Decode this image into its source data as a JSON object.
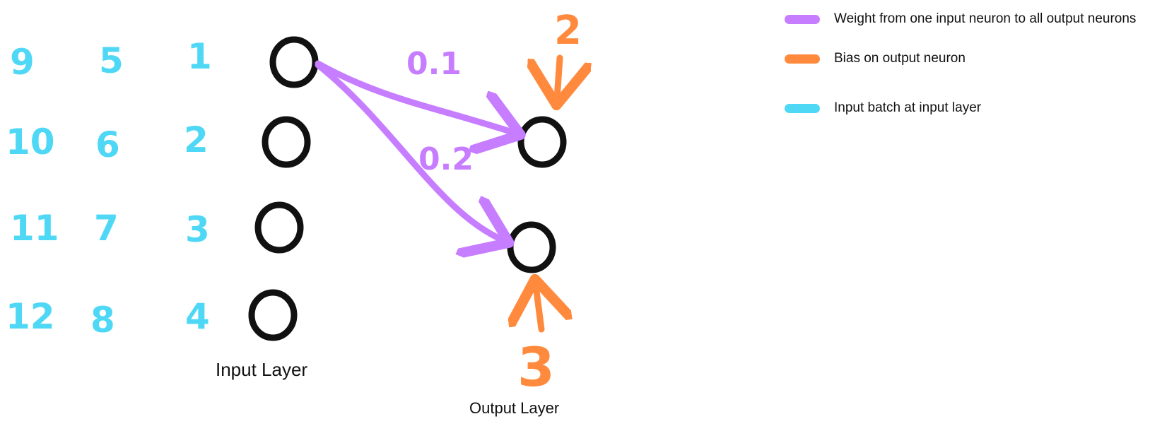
{
  "colors": {
    "weight": "#c77dff",
    "bias": "#ff8a3d",
    "input": "#4fd8f5",
    "neuron": "#111111",
    "text": "#111111"
  },
  "input_batch": {
    "col1": [
      "9",
      "10",
      "11",
      "12"
    ],
    "col2": [
      "5",
      "6",
      "7",
      "8"
    ],
    "col3": [
      "1",
      "2",
      "3",
      "4"
    ]
  },
  "weights": [
    "0.1",
    "0.2"
  ],
  "biases": [
    "2",
    "3"
  ],
  "labels": {
    "input_layer": "Input Layer",
    "output_layer": "Output Layer"
  },
  "legend": [
    {
      "text": "Weight from one input neuron to all output neurons",
      "color": "#c77dff"
    },
    {
      "text": "Bias on output neuron",
      "color": "#ff8a3d"
    },
    {
      "text": "Input batch at input layer",
      "color": "#4fd8f5"
    }
  ]
}
